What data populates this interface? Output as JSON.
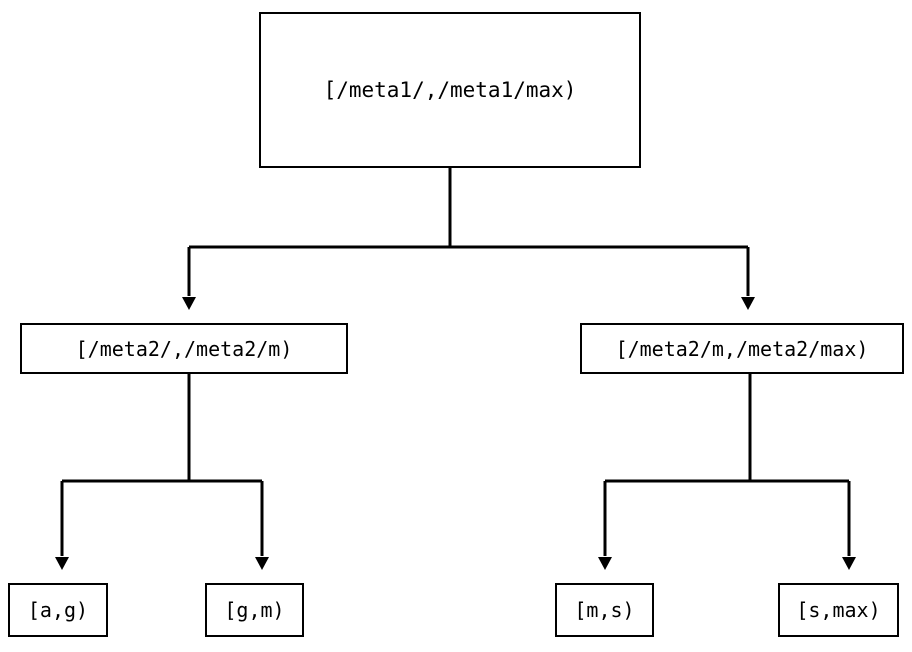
{
  "diagram": {
    "type": "tree",
    "title": "",
    "orientation": "top-down",
    "colors": {
      "stroke": "#000000",
      "node_fill": "#ffffff",
      "text": "#000000",
      "background": "#ffffff"
    },
    "edge_style": {
      "line": "orthogonal",
      "arrowhead": "filled-triangle-down"
    },
    "levels": [
      {
        "level": 1,
        "nodes": [
          {
            "id": "root",
            "label": "[/meta1/,/meta1/max)"
          }
        ]
      },
      {
        "level": 2,
        "nodes": [
          {
            "id": "l2-left",
            "label": "[/meta2/,/meta2/m)"
          },
          {
            "id": "l2-right",
            "label": "[/meta2/m,/meta2/max)"
          }
        ]
      },
      {
        "level": 3,
        "nodes": [
          {
            "id": "leaf-0",
            "label": "[a,g)"
          },
          {
            "id": "leaf-1",
            "label": "[g,m)"
          },
          {
            "id": "leaf-2",
            "label": "[m,s)"
          },
          {
            "id": "leaf-3",
            "label": "[s,max)"
          }
        ]
      }
    ],
    "edges": [
      {
        "from": "root",
        "to": "l2-left"
      },
      {
        "from": "root",
        "to": "l2-right"
      },
      {
        "from": "l2-left",
        "to": "leaf-0"
      },
      {
        "from": "l2-left",
        "to": "leaf-1"
      },
      {
        "from": "l2-right",
        "to": "leaf-2"
      },
      {
        "from": "l2-right",
        "to": "leaf-3"
      }
    ]
  }
}
